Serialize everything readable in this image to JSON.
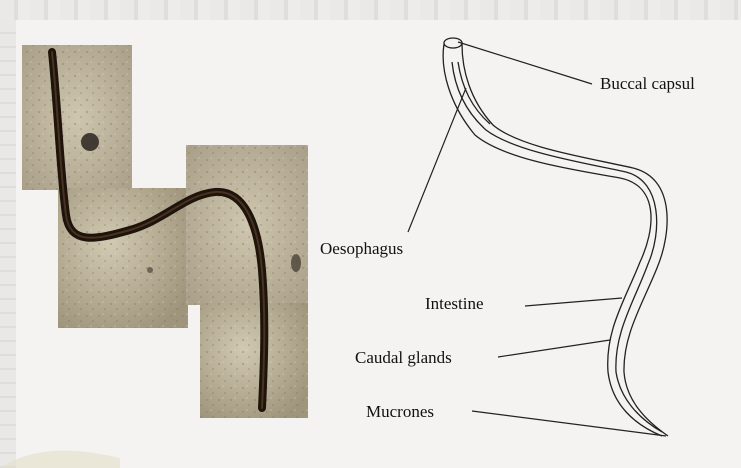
{
  "figure": {
    "labels": {
      "buccal_capsule": "Buccal capsul",
      "oesophagus": "Oesophagus",
      "intestine": "Intestine",
      "caudal_glands": "Caudal glands",
      "mucrones": "Mucrones"
    },
    "colors": {
      "background": "#f4f3f1",
      "worm_photo": "#2a1a10",
      "soil": "#bdb49c",
      "line_art": "#222222"
    }
  }
}
